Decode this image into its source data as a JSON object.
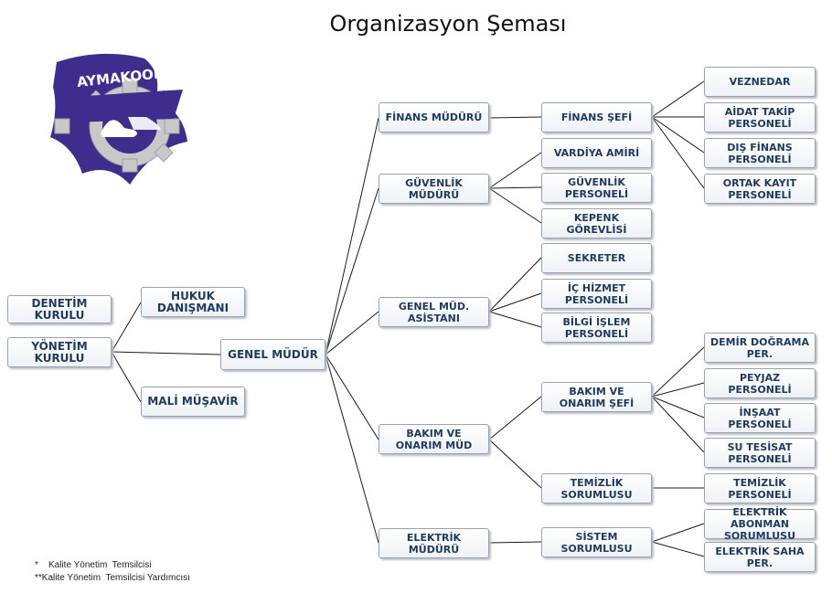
{
  "title": "Organizasyon Şeması",
  "logo": {
    "text": "AYMAKOOP",
    "purple": "#3f2d8e",
    "gear": "#c8c8c8"
  },
  "nodes": {
    "denetim_kurulu": "DENETİM KURULU",
    "yonetim_kurulu": "YÖNETİM KURULU",
    "hukuk_danismani": "HUKUK DANIŞMANI",
    "mali_musavir": "MALİ MÜŞAVİR",
    "genel_mudur": "GENEL MÜDÜR",
    "finans_muduru": "FİNANS MÜDÜRÜ",
    "guvenlik_muduru": "GÜVENLİK MÜDÜRÜ",
    "genel_mud_asistani": "GENEL MÜD. ASİSTANI",
    "bakim_onarim_mud": "BAKIM VE ONARIM MÜD",
    "elektrik_muduru": "ELEKTRİK MÜDÜRÜ",
    "finans_sefi": "FİNANS ŞEFİ",
    "vardiya_amiri": "VARDİYA AMİRİ",
    "guvenlik_personeli": "GÜVENLİK PERSONELİ",
    "kepenk_gorevlisi": "KEPENK GÖREVLİSİ",
    "sekreter": "SEKRETER",
    "ic_hizmet_personeli": "İÇ HİZMET PERSONELİ",
    "bilgi_islem_personeli": "BİLGİ İŞLEM PERSONELİ",
    "bakim_onarim_sefi": "BAKIM VE ONARIM ŞEFİ",
    "temizlik_sorumlusu": "TEMİZLİK SORUMLUSU",
    "sistem_sorumlusu": "SİSTEM SORUMLUSU",
    "veznedar": "VEZNEDAR",
    "aidat_takip_personeli": "AİDAT TAKİP PERSONELİ",
    "dis_finans_personeli": "DIŞ FİNANS PERSONELİ",
    "ortak_kayit_personeli": "ORTAK KAYIT PERSONELİ",
    "demir_dograma_per": "DEMİR DOĞRAMA PER.",
    "peyjaz_personeli": "PEYJAZ PERSONELİ",
    "insaat_personeli": "İNŞAAT PERSONELİ",
    "su_tesisat_personeli": "SU TESİSAT PERSONELİ",
    "temizlik_personeli": "TEMİZLİK PERSONELİ",
    "elektrik_abonman_sorumlusu": "ELEKTRİK ABONMAN SORUMLUSU",
    "elektrik_saha_per": "ELEKTRİK SAHA PER."
  },
  "notes": [
    "*    Kalite Yönetim  Temsilcisi",
    "**Kalite Yönetim  Temsilcisi Yardımcısı"
  ]
}
